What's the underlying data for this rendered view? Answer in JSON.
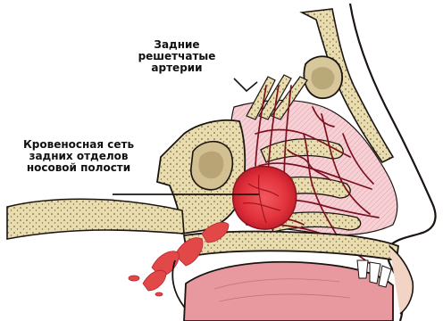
{
  "labels": {
    "posterior_ethmoid_arteries": {
      "line1": "Задние",
      "line2": "решетчатые",
      "line3": "артерии"
    },
    "vascular_network": {
      "line1": "Кровеносная сеть",
      "line2": "задних отделов",
      "line3": "носовой полости"
    }
  },
  "colors": {
    "bone": "#e9dcae",
    "bone_dots": "#7a6a45",
    "outline": "#1b1410",
    "mucosa": "#f5c3c9",
    "vessel": "#7a1020",
    "bleed": "#e2323c",
    "tongue": "#e7999f",
    "blood_drip": "#e34848"
  }
}
